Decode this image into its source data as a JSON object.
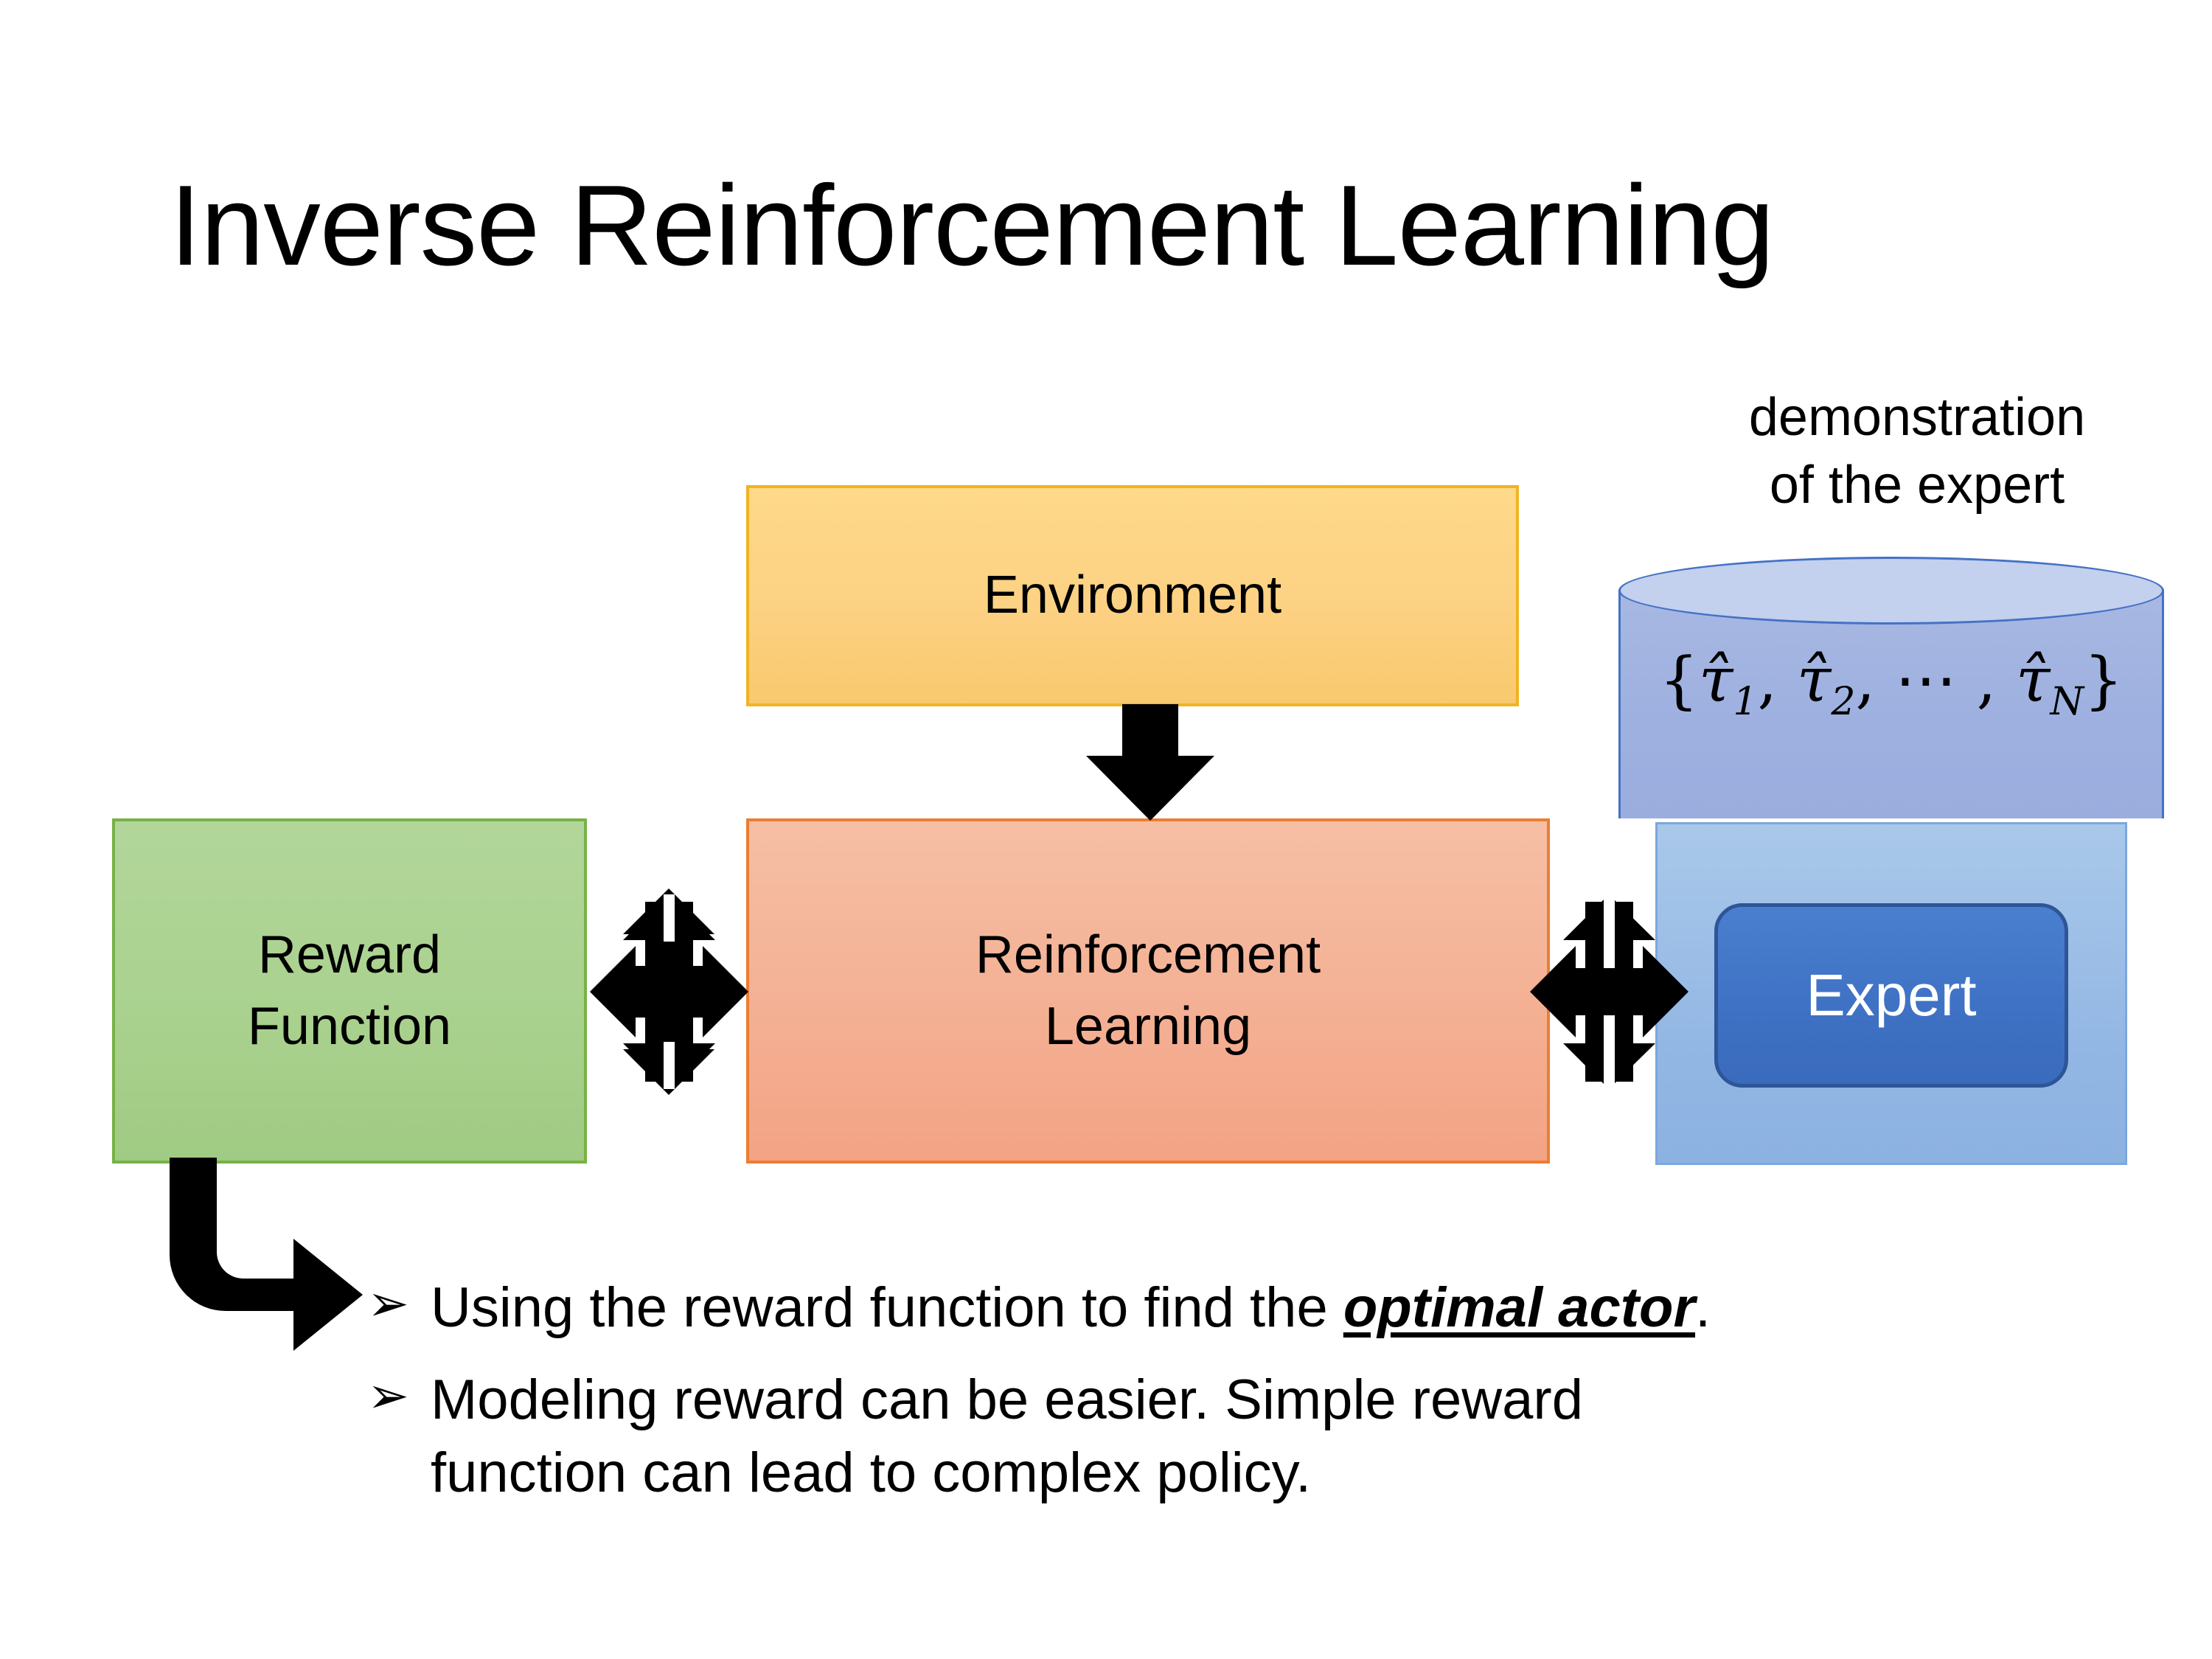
{
  "slide": {
    "title": "Inverse Reinforcement Learning",
    "background_color": "#ffffff"
  },
  "diagram": {
    "environment": {
      "label": "Environment",
      "fill_color": "#fcd183",
      "border_color": "#f0b323"
    },
    "reward_function": {
      "line1": "Reward",
      "line2": "Function",
      "fill_color": "#a9d18e",
      "border_color": "#76b246"
    },
    "reinforcement_learning": {
      "line1": "Reinforcement",
      "line2": "Learning",
      "fill_color": "#f4b397",
      "border_color": "#ed7d31"
    },
    "demonstration": {
      "caption_line1": "demonstration",
      "caption_line2": "of the expert",
      "cylinder_formula_open": "{",
      "cylinder_formula_t1": "τ̂",
      "cylinder_formula_sub1": "1",
      "cylinder_formula_sep1": ", ",
      "cylinder_formula_t2": "τ̂",
      "cylinder_formula_sub2": "2",
      "cylinder_formula_sep2": ", ⋯ , ",
      "cylinder_formula_tN": "τ̂",
      "cylinder_formula_subN": "N",
      "cylinder_formula_close": "}",
      "cylinder_fill_color": "#9fb1e0",
      "cylinder_top_color": "#c3d0ee",
      "cylinder_border_color": "#4472c4"
    },
    "expert": {
      "label": "Expert",
      "fill_color": "#3f72c4",
      "border_color": "#2e5597",
      "text_color": "#ffffff",
      "panel_fill_color": "#93b7e4",
      "panel_border_color": "#7ba7dd"
    },
    "connectors": {
      "env_to_rl": "down-arrow",
      "reward_to_rl": "quad-arrow",
      "rl_to_expert": "quad-arrow",
      "reward_to_bullets": "bent-arrow",
      "color": "#000000"
    }
  },
  "bullets": {
    "glyph": "➢",
    "items": [
      {
        "pre": "Using the reward function to find the ",
        "emphasis": "optimal actor",
        "post": ".",
        "line2": ""
      },
      {
        "pre": "Modeling reward can be easier. Simple reward",
        "emphasis": "",
        "post": "",
        "line2": "function can lead to complex policy."
      }
    ]
  }
}
